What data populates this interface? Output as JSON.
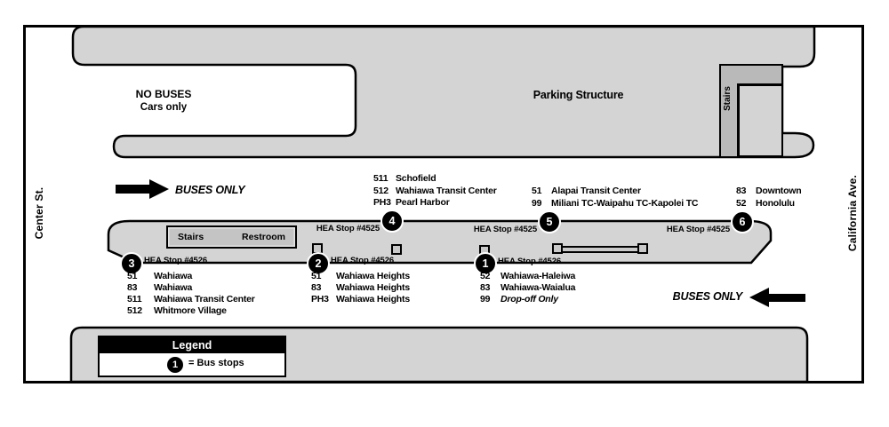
{
  "streets": {
    "left": "Center St.",
    "right": "California Ave."
  },
  "parking": {
    "label": "Parking Structure",
    "no_buses_line1": "NO BUSES",
    "no_buses_line2": "Cars only",
    "stairs_label": "Stairs"
  },
  "buses_only": {
    "top": "BUSES ONLY",
    "bottom": "BUSES ONLY"
  },
  "platform": {
    "stairs": "Stairs",
    "restroom": "Restroom"
  },
  "stops": {
    "s1": {
      "id": "1",
      "hea": "HEA Stop #4526",
      "routes": [
        {
          "num": "52",
          "dest": "Wahiawa-Haleiwa"
        },
        {
          "num": "83",
          "dest": "Wahiawa-Waialua"
        },
        {
          "num": "99",
          "dest": "Drop-off Only"
        }
      ]
    },
    "s2": {
      "id": "2",
      "hea": "HEA Stop #4526",
      "routes": [
        {
          "num": "51",
          "dest": "Wahiawa Heights"
        },
        {
          "num": "83",
          "dest": "Wahiawa Heights"
        },
        {
          "num": "PH3",
          "dest": "Wahiawa Heights"
        }
      ]
    },
    "s3": {
      "id": "3",
      "hea": "HEA Stop #4526",
      "routes": [
        {
          "num": "51",
          "dest": "Wahiawa"
        },
        {
          "num": "83",
          "dest": "Wahiawa"
        },
        {
          "num": "511",
          "dest": "Wahiawa Transit Center"
        },
        {
          "num": "512",
          "dest": "Whitmore Village"
        }
      ]
    },
    "s4": {
      "id": "4",
      "hea": "HEA Stop #4525",
      "routes": [
        {
          "num": "511",
          "dest": "Schofield"
        },
        {
          "num": "512",
          "dest": "Wahiawa Transit Center"
        },
        {
          "num": "PH3",
          "dest": "Pearl Harbor"
        }
      ]
    },
    "s5": {
      "id": "5",
      "hea": "HEA Stop #4525",
      "routes": [
        {
          "num": "51",
          "dest": "Alapai Transit Center"
        },
        {
          "num": "99",
          "dest": "Miliani TC-Waipahu TC-Kapolei TC"
        }
      ]
    },
    "s6": {
      "id": "6",
      "hea": "HEA Stop #4525",
      "routes": [
        {
          "num": "83",
          "dest": "Downtown"
        },
        {
          "num": "52",
          "dest": "Honolulu"
        }
      ]
    }
  },
  "legend": {
    "title": "Legend",
    "marker": "1",
    "entry": "= Bus stops"
  },
  "colors": {
    "light_gray": "#d4d4d4",
    "box_gray": "#c4c4c4",
    "dark_gray": "#b9b9b9",
    "line": "#000000",
    "background": "#ffffff"
  }
}
